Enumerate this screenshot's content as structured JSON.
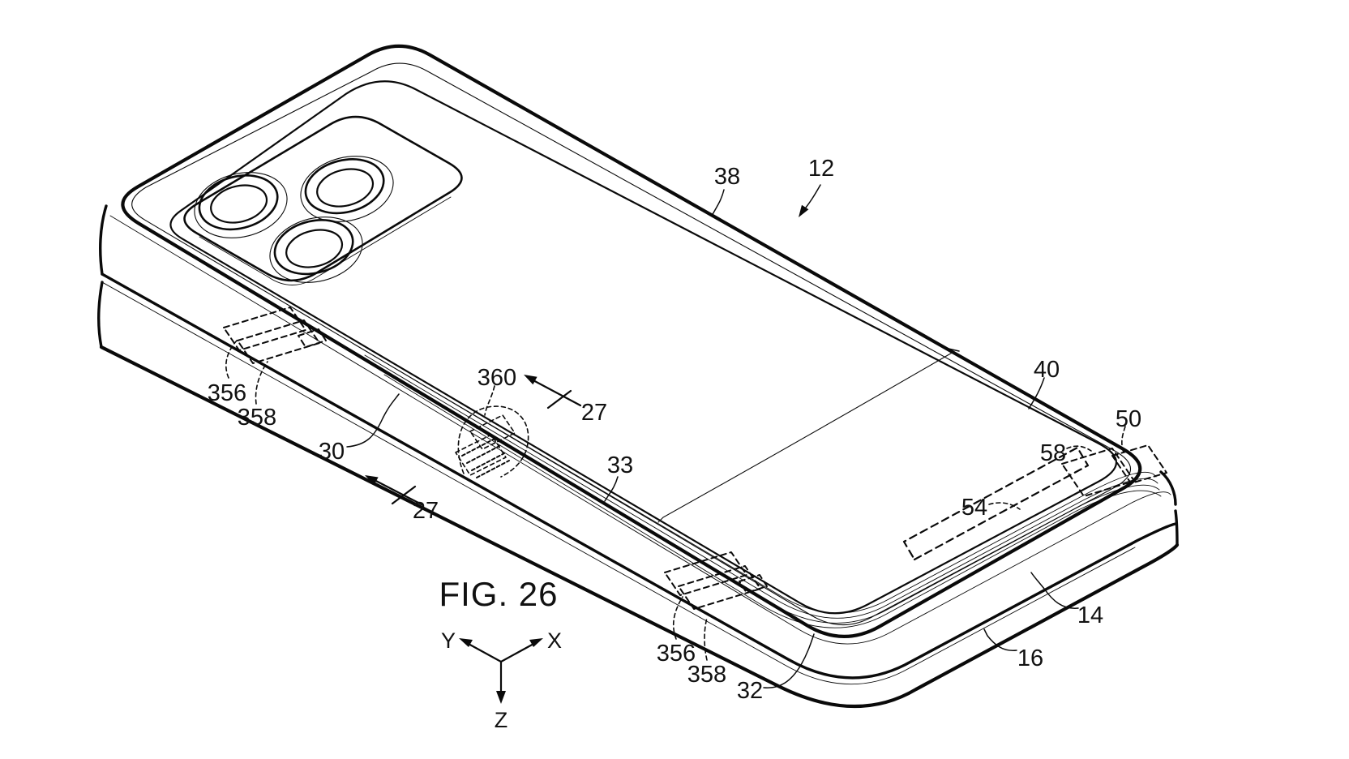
{
  "figure": {
    "caption": "FIG. 26"
  },
  "axes": {
    "x": "X",
    "y": "Y",
    "z": "Z"
  },
  "reference_numerals": {
    "n12": "12",
    "n14": "14",
    "n16": "16",
    "n27": "27",
    "n30": "30",
    "n32": "32",
    "n33": "33",
    "n38": "38",
    "n40": "40",
    "n50": "50",
    "n54": "54",
    "n58": "58",
    "n356": "356",
    "n358": "358",
    "n360": "360"
  },
  "colors": {
    "ink": "#0a0a0a",
    "paper": "#ffffff"
  }
}
